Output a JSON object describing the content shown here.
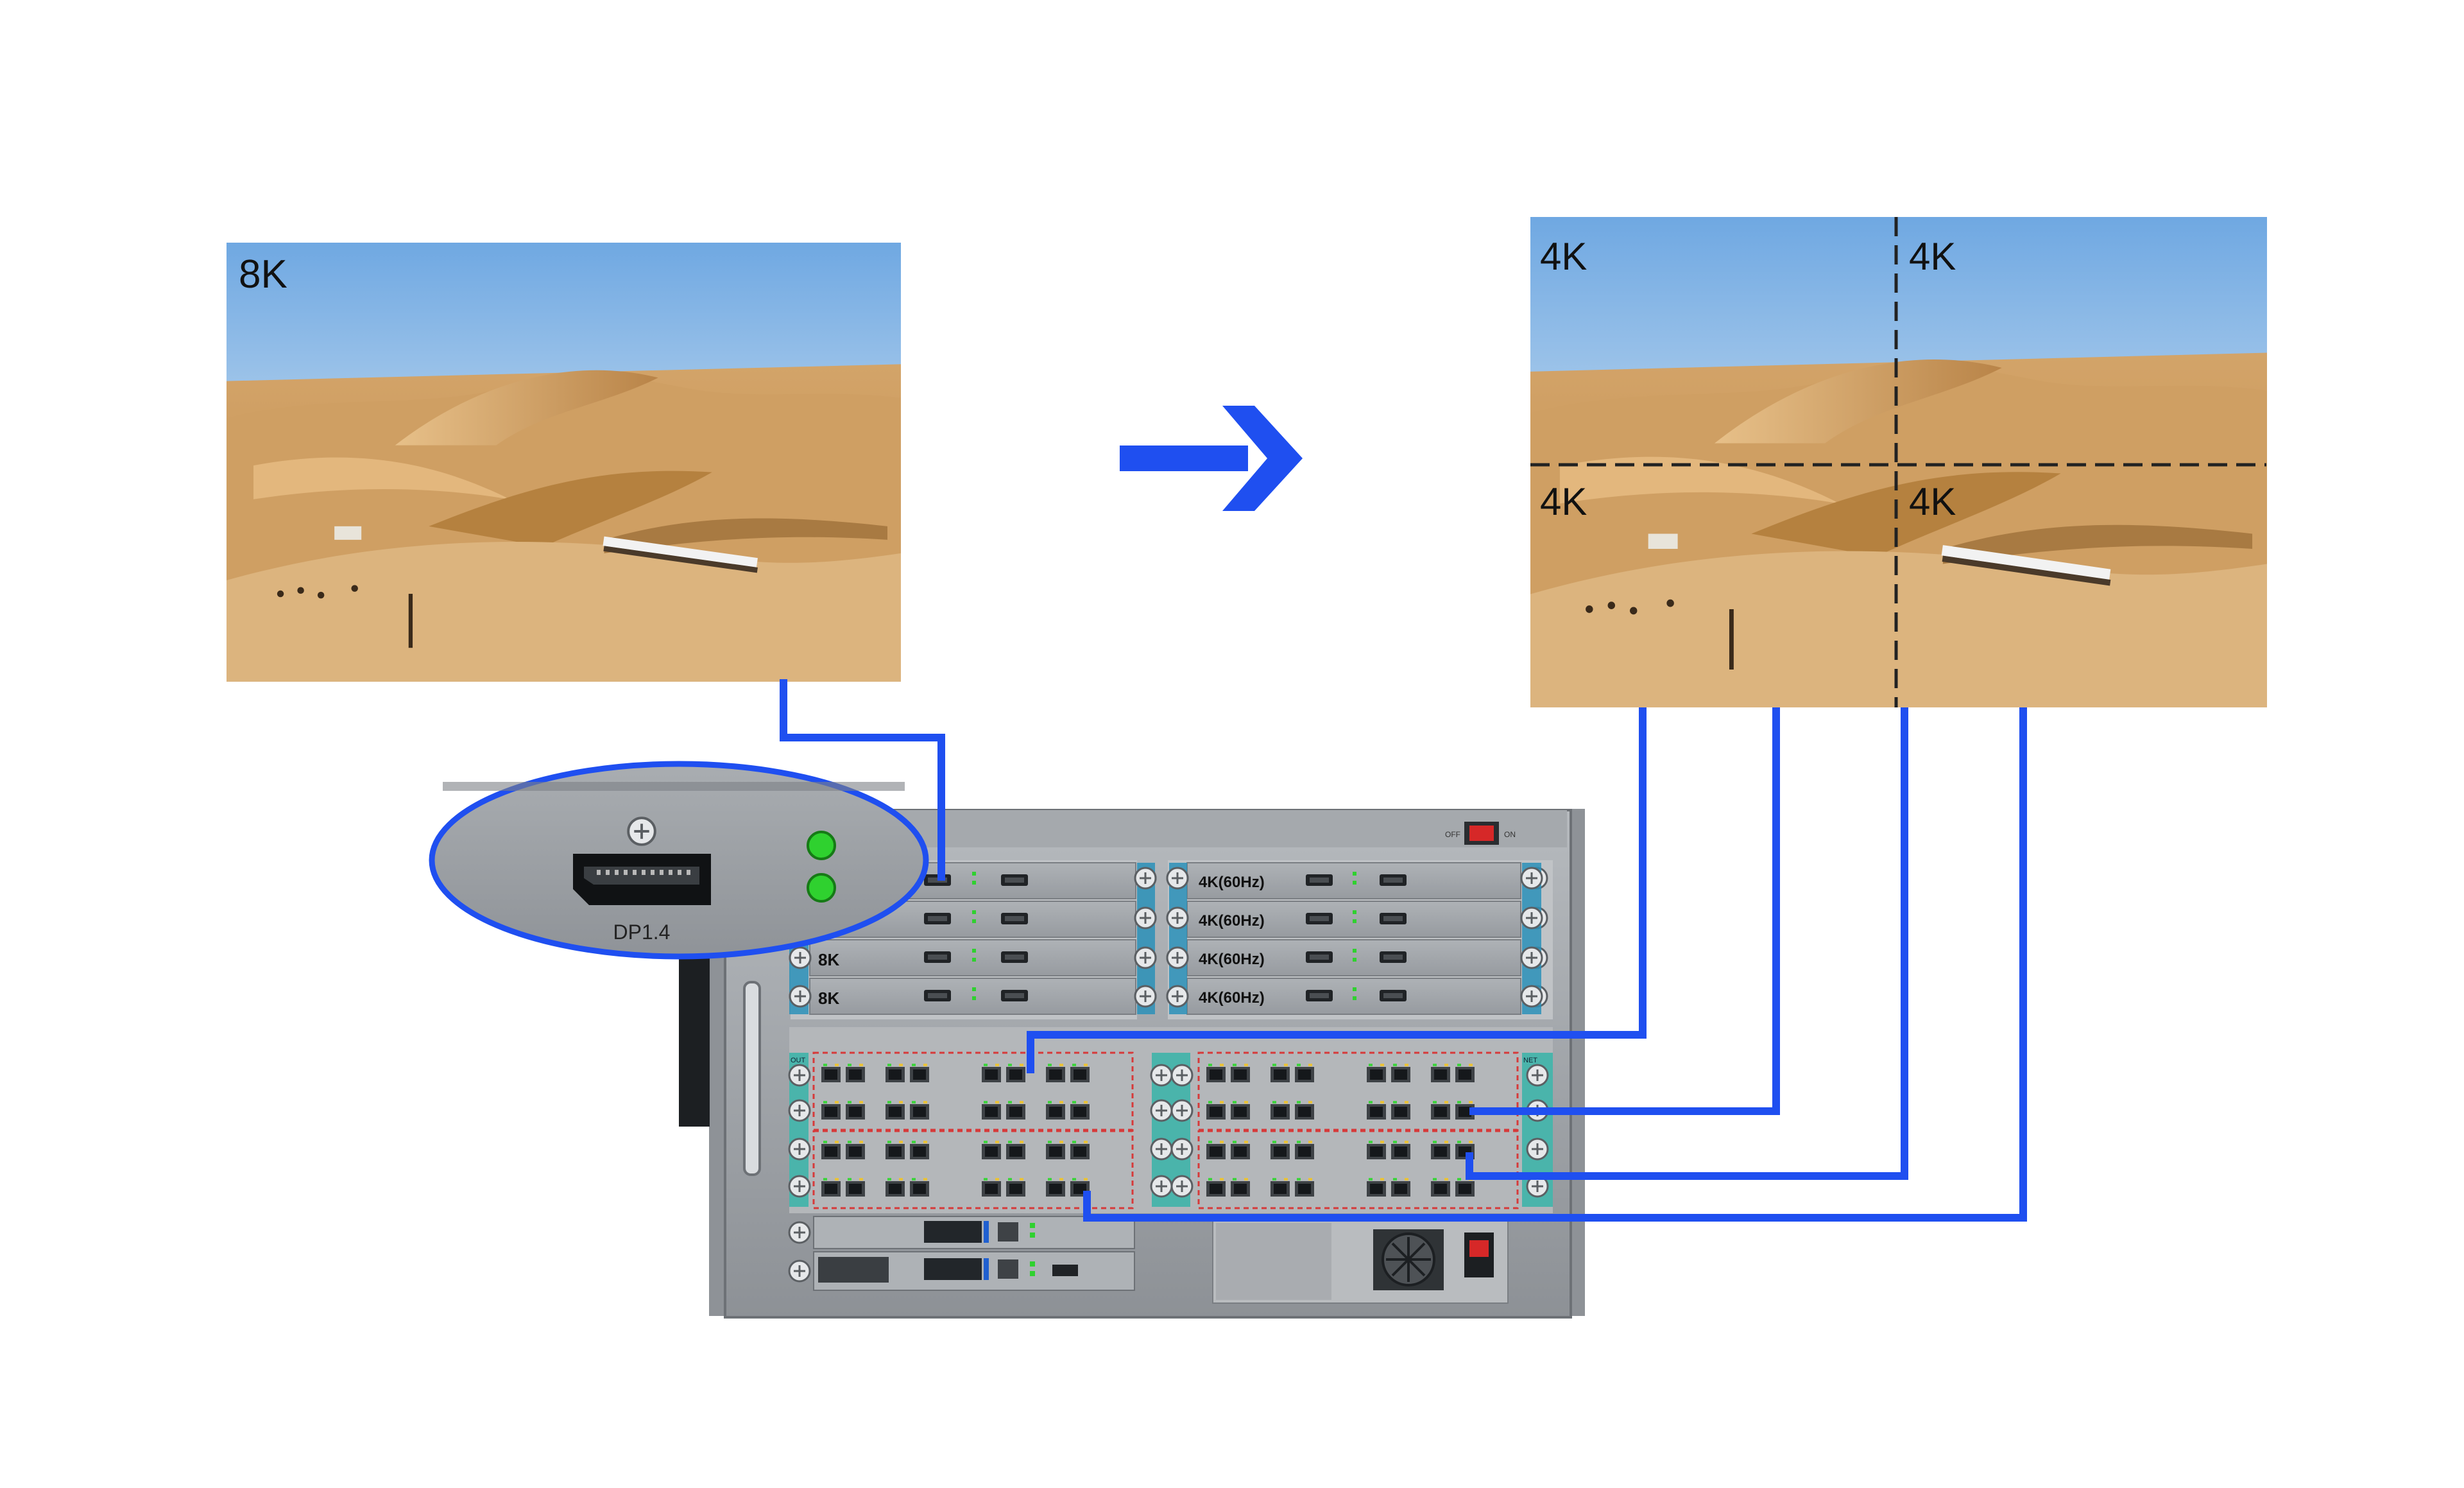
{
  "source_image": {
    "label": "8K"
  },
  "output_image": {
    "quadrants": [
      "4K",
      "4K",
      "4K",
      "4K"
    ]
  },
  "zoom_callout": {
    "port_label": "DP1.4"
  },
  "chassis": {
    "power_off": "OFF",
    "power_on": "ON",
    "input_cards": [
      "",
      "8K",
      "8K",
      "8K"
    ],
    "output_cards": [
      "4K(60Hz)",
      "4K(60Hz)",
      "4K(60Hz)",
      "4K(60Hz)"
    ],
    "port_tags": [
      "OUT",
      "NET"
    ]
  },
  "colors": {
    "connector": "#1f4ff0",
    "chassis": "#9a9ea3",
    "chassis_dark": "#6d7176",
    "accent_teal": "#2a90b8",
    "led": "#2fd12f",
    "sky_top": "#7fb6e6",
    "sand": "#c99a5c"
  },
  "icons": [
    "right-arrow-icon",
    "displayport-icon",
    "screw-icon",
    "rj45-port-icon",
    "power-switch-icon",
    "fan-icon"
  ]
}
